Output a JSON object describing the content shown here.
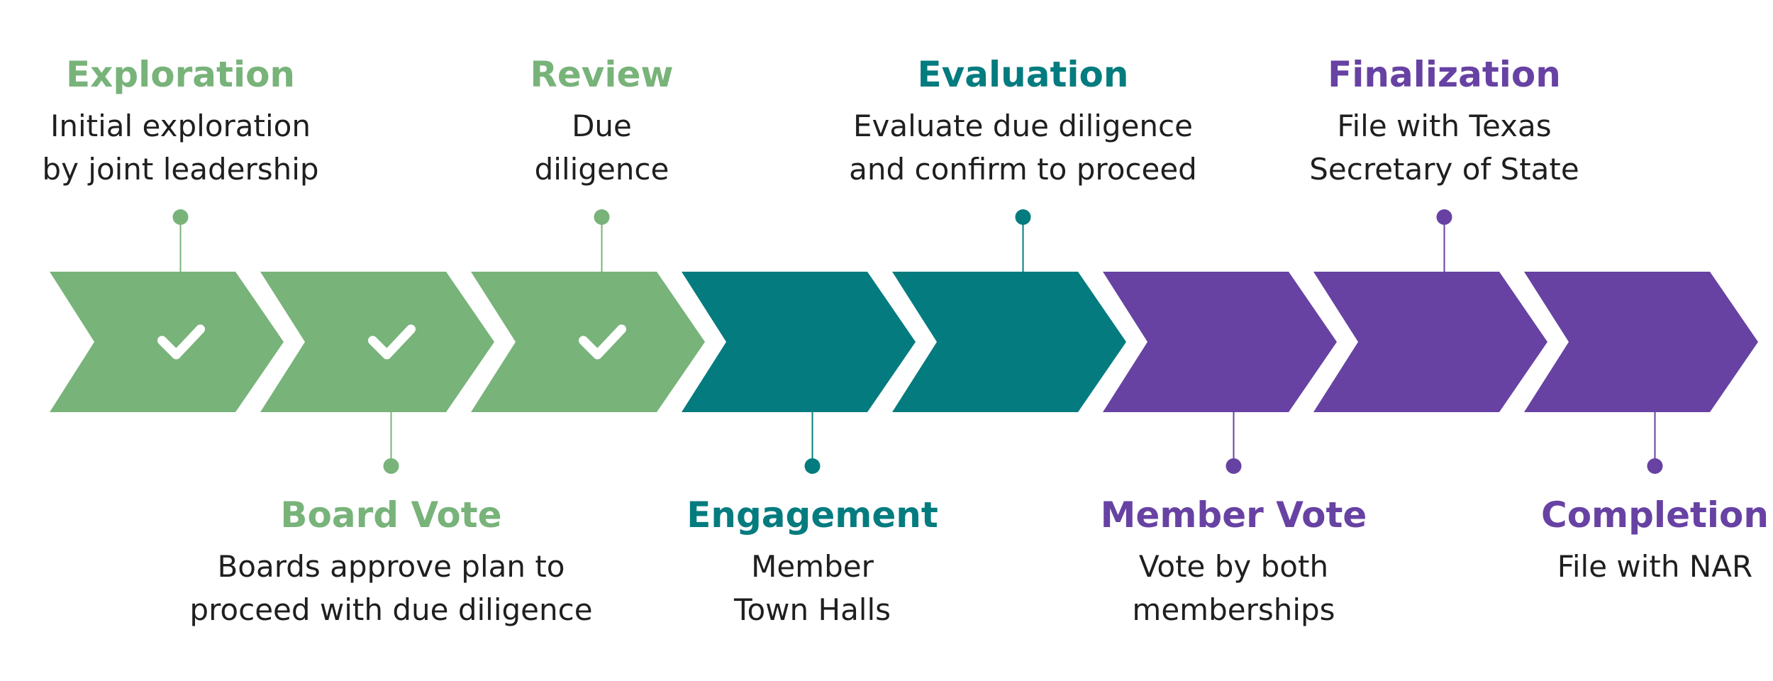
{
  "colors": {
    "green": "#78b37a",
    "teal": "#047c7f",
    "purple": "#6742a3",
    "text": "#1f1f1f"
  },
  "steps": [
    {
      "title": "Exploration",
      "lines": [
        "Initial exploration",
        "by joint leadership"
      ],
      "color": "green",
      "position": "top",
      "completed": true,
      "check_icon": "checkmark-icon"
    },
    {
      "title": "Board Vote",
      "lines": [
        "Boards approve plan to",
        "proceed with due diligence"
      ],
      "color": "green",
      "position": "bottom",
      "completed": true,
      "check_icon": "checkmark-icon"
    },
    {
      "title": "Review",
      "lines": [
        "Due",
        "diligence"
      ],
      "color": "green",
      "position": "top",
      "completed": true,
      "check_icon": "checkmark-icon"
    },
    {
      "title": "Engagement",
      "lines": [
        "Member",
        "Town Halls"
      ],
      "color": "teal",
      "position": "bottom",
      "completed": false
    },
    {
      "title": "Evaluation",
      "lines": [
        "Evaluate due diligence",
        "and confirm to proceed"
      ],
      "color": "teal",
      "position": "top",
      "completed": false
    },
    {
      "title": "Member Vote",
      "lines": [
        "Vote by both",
        "memberships"
      ],
      "color": "purple",
      "position": "bottom",
      "completed": false
    },
    {
      "title": "Finalization",
      "lines": [
        "File with Texas",
        "Secretary of State"
      ],
      "color": "purple",
      "position": "top",
      "completed": false
    },
    {
      "title": "Completion",
      "lines": [
        "File with NAR"
      ],
      "color": "purple",
      "position": "bottom",
      "completed": false
    }
  ]
}
